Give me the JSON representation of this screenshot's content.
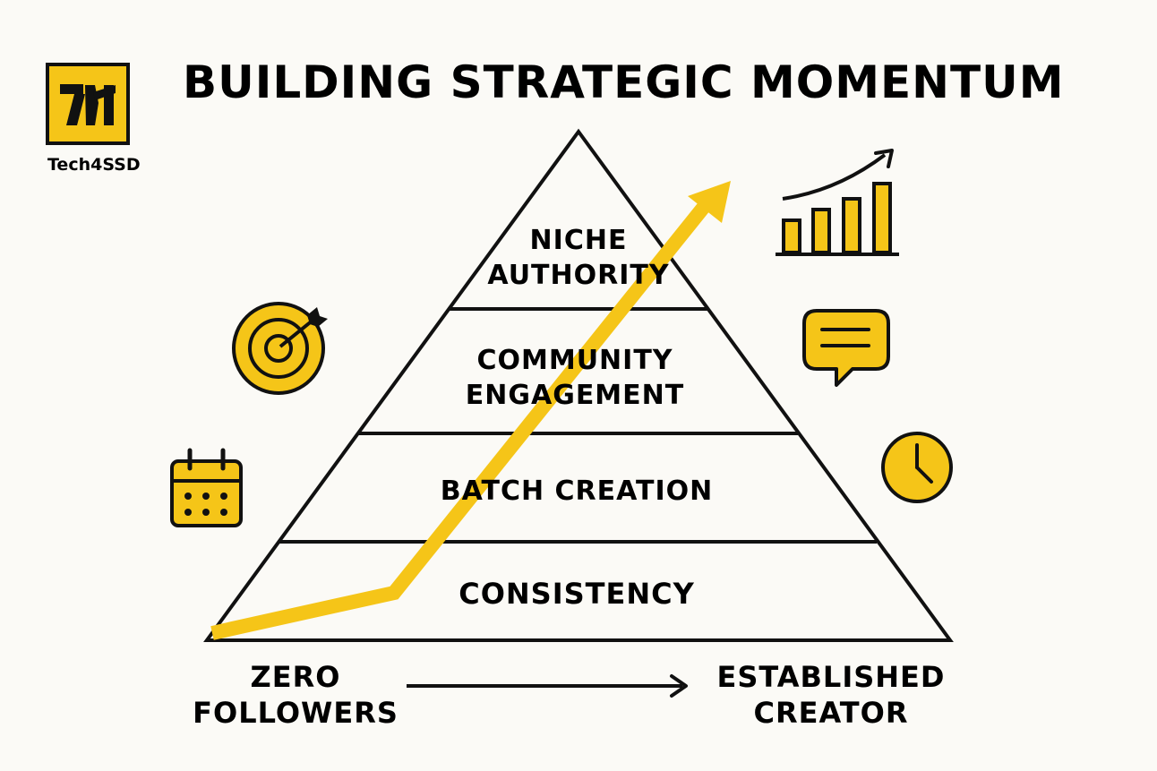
{
  "header": {
    "title": "BUILDING STRATEGIC MOMENTUM"
  },
  "brand": {
    "name": "Tech4SSD",
    "logo_glyph": "TN"
  },
  "pyramid": {
    "layers": [
      {
        "line1": "NICHE",
        "line2": "AUTHORITY"
      },
      {
        "line1": "COMMUNITY",
        "line2": "ENGAGEMENT"
      },
      {
        "line1": "BATCH CREATION"
      },
      {
        "line1": "CONSISTENCY"
      }
    ]
  },
  "progression": {
    "start_line1": "ZERO",
    "start_line2": "FOLLOWERS",
    "end_line1": "ESTABLISHED",
    "end_line2": "CREATOR"
  },
  "icons": {
    "left": [
      "target-icon",
      "calendar-icon"
    ],
    "right": [
      "bar-chart-icon",
      "chat-bubble-icon",
      "clock-icon"
    ]
  },
  "colors": {
    "accent": "#f5c518",
    "ink": "#111111",
    "background": "#fbfaf6"
  }
}
